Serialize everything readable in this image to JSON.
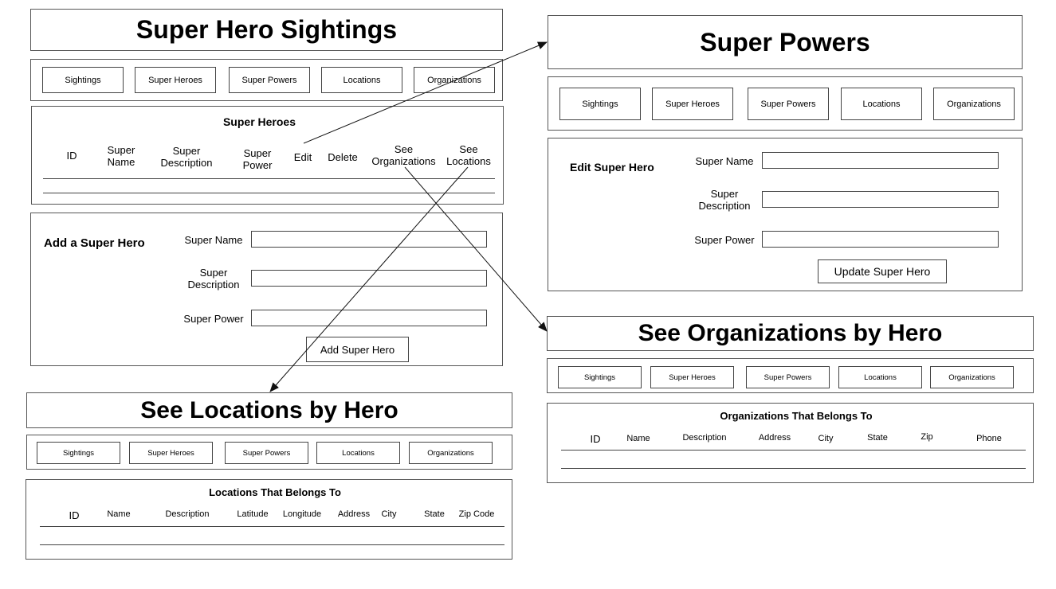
{
  "nav": [
    "Sightings",
    "Super Heroes",
    "Super Powers",
    "Locations",
    "Organizations"
  ],
  "sightings_page": {
    "title": "Super Hero Sightings",
    "list": {
      "heading": "Super Heroes",
      "columns": [
        [
          "ID"
        ],
        [
          "Super",
          "Name"
        ],
        [
          "Super",
          "Description"
        ],
        [
          "Super",
          "Power"
        ],
        [
          "Edit"
        ],
        [
          "Delete"
        ],
        [
          "See",
          "Organizations"
        ],
        [
          "See",
          "Locations"
        ]
      ]
    },
    "add_form": {
      "heading": "Add a Super Hero",
      "fields": [
        [
          "Super Name"
        ],
        [
          "Super",
          "Description"
        ],
        [
          "Super Power"
        ]
      ],
      "submit": "Add Super Hero"
    }
  },
  "powers_page": {
    "title": "Super Powers",
    "edit_form": {
      "heading": "Edit Super Hero",
      "fields": [
        [
          "Super Name"
        ],
        [
          "Super",
          "Description"
        ],
        [
          "Super Power"
        ]
      ],
      "submit": "Update Super Hero"
    }
  },
  "orgs_page": {
    "title": "See Organizations by Hero",
    "heading": "Organizations That Belongs To",
    "columns": [
      "ID",
      "Name",
      "Description",
      "Address",
      "City",
      "State",
      "Zip",
      "Phone"
    ]
  },
  "locations_page": {
    "title": "See Locations by Hero",
    "heading": "Locations That Belongs To",
    "columns": [
      "ID",
      "Name",
      "Description",
      "Latitude",
      "Longitude",
      "Address",
      "City",
      "State",
      "Zip Code"
    ]
  }
}
